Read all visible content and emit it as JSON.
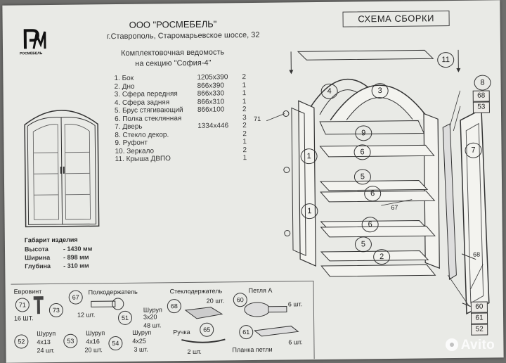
{
  "header": {
    "company": "ООО \"РОСМЕБЕЛЬ\"",
    "address": "г.Ставрополь, Старомарьевское шоссе, 32",
    "scheme_title": "СХЕМА  СБОРКИ",
    "logo_text": "РОСМЕБЕЛЬ"
  },
  "vedomost": {
    "title1": "Комплектовочная ведомость",
    "title2": "на секцию  \"София-4\""
  },
  "parts": [
    {
      "name": "1. Бок",
      "dims": "1205x390",
      "qty": "2"
    },
    {
      "name": "2. Дно",
      "dims": "866x390",
      "qty": "1"
    },
    {
      "name": "3. Сфера передняя",
      "dims": "866x330",
      "qty": "1"
    },
    {
      "name": "4. Сфера задняя",
      "dims": "866x310",
      "qty": "1"
    },
    {
      "name": "5. Брус стягивающий",
      "dims": "866x100",
      "qty": "2"
    },
    {
      "name": "6. Полка стеклянная",
      "dims": "",
      "qty": "3"
    },
    {
      "name": "7. Дверь",
      "dims": "1334x446",
      "qty": "2"
    },
    {
      "name": "8. Стекло декор.",
      "dims": "",
      "qty": "2"
    },
    {
      "name": "9. Руфонт",
      "dims": "",
      "qty": "1"
    },
    {
      "name": "10. Зеркало",
      "dims": "",
      "qty": "2"
    },
    {
      "name": "11. Крыша ДВПО",
      "dims": "",
      "qty": "1"
    }
  ],
  "gabarit": {
    "title": "Габарит изделия",
    "rows": [
      {
        "label": "Высота",
        "value": "- 1430 мм"
      },
      {
        "label": "Ширина",
        "value": "-  898 мм"
      },
      {
        "label": "Глубина",
        "value": "-  310 мм"
      }
    ]
  },
  "fittings": {
    "evrovint": "Евровинт",
    "n71": "71",
    "n73": "73",
    "evrovint_qty": "16 ШТ.",
    "n67": "67",
    "polkoderzhatel": "Полкодержатель",
    "polko_qty": "12 шт.",
    "n51": "51",
    "shurup_3x20": "Шуруп",
    "shurup_3x20_size": "3х20",
    "shurup_3x20_qty": "48 шт.",
    "n68": "68",
    "steklo": "Стеклодержатель",
    "steklo_qty": "20 шт.",
    "petlya": "Петля А",
    "n60": "60",
    "petlya_qty": "6 шт.",
    "ruchka": "Ручка",
    "n65": "65",
    "ruchka_qty": "2 шт.",
    "n61": "61",
    "vkladka": "Планка петли",
    "vkladka_qty": "6 шт.",
    "n52": "52",
    "s52": "Шуруп",
    "s52_size": "4х13",
    "s52_qty": "24 шт.",
    "n53": "53",
    "s53": "Шуруп",
    "s53_size": "4х16",
    "s53_qty": "20 шт.",
    "n54": "54",
    "s54": "Шуруп",
    "s54_size": "4х25",
    "s54_qty": "3 шт."
  },
  "scheme_labels": {
    "c11": "11",
    "c4": "4",
    "c3": "3",
    "c9": "9",
    "c1a": "1",
    "c1b": "1",
    "c6a": "6",
    "c6b": "6",
    "c6c": "6",
    "c5a": "5",
    "c5b": "5",
    "c2": "2",
    "c7": "7",
    "n71": "71",
    "n67": "67",
    "n68": "68",
    "b8": "8",
    "b68": "68",
    "b53": "53",
    "b60": "60",
    "b61": "61",
    "b52": "52"
  },
  "watermark": "Avito"
}
